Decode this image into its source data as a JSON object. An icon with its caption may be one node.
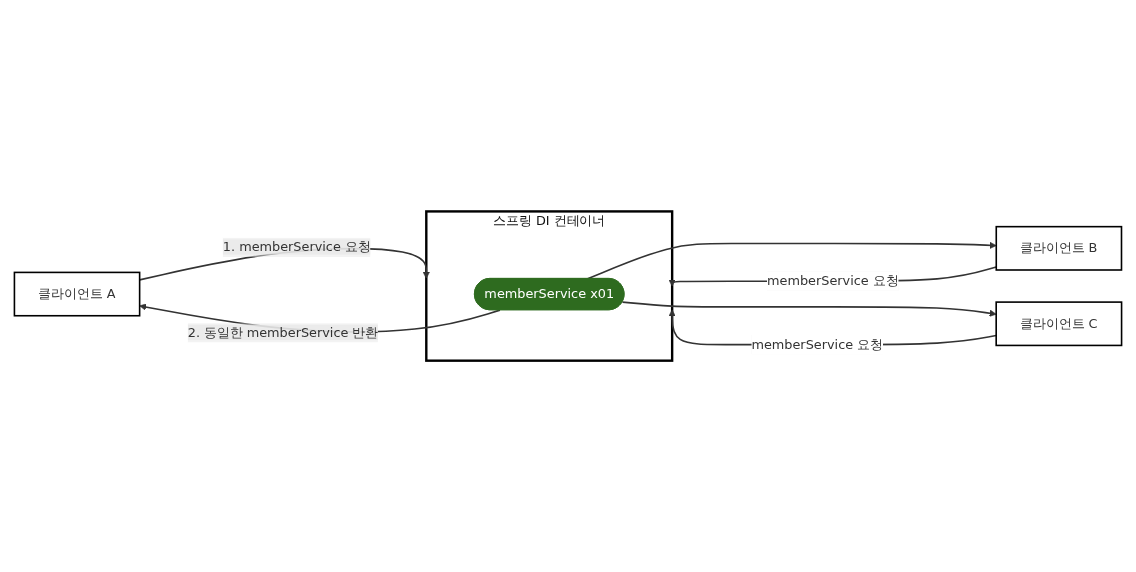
{
  "diagram": {
    "nodes": [
      {
        "text": [
          "클라이언트 A"
        ]
      },
      {
        "text": [
          "클라이언트 B"
        ]
      },
      {
        "text": [
          "클라이언트 C"
        ]
      },
      {
        "text": [
          "스프링 DI 컨테이너"
        ]
      },
      {
        "text": [
          "memberService x01"
        ],
        "in": 3
      }
    ],
    "edges": [
      {
        "from": 0,
        "to": 3,
        "arrow": "to",
        "label": "1. memberService 요청"
      },
      {
        "from": 1,
        "to": 3,
        "arrow": "to",
        "label": "memberService 요청"
      },
      {
        "from": 4,
        "to": 0,
        "arrow": "to",
        "label": "2. 동일한 memberService 반환"
      },
      {
        "from": 2,
        "to": 3,
        "arrow": "to",
        "label": "memberService 요청"
      },
      {
        "from": 4,
        "to": 1,
        "arrow": "to"
      },
      {
        "from": 4,
        "to": 2,
        "arrow": "to"
      }
    ]
  }
}
